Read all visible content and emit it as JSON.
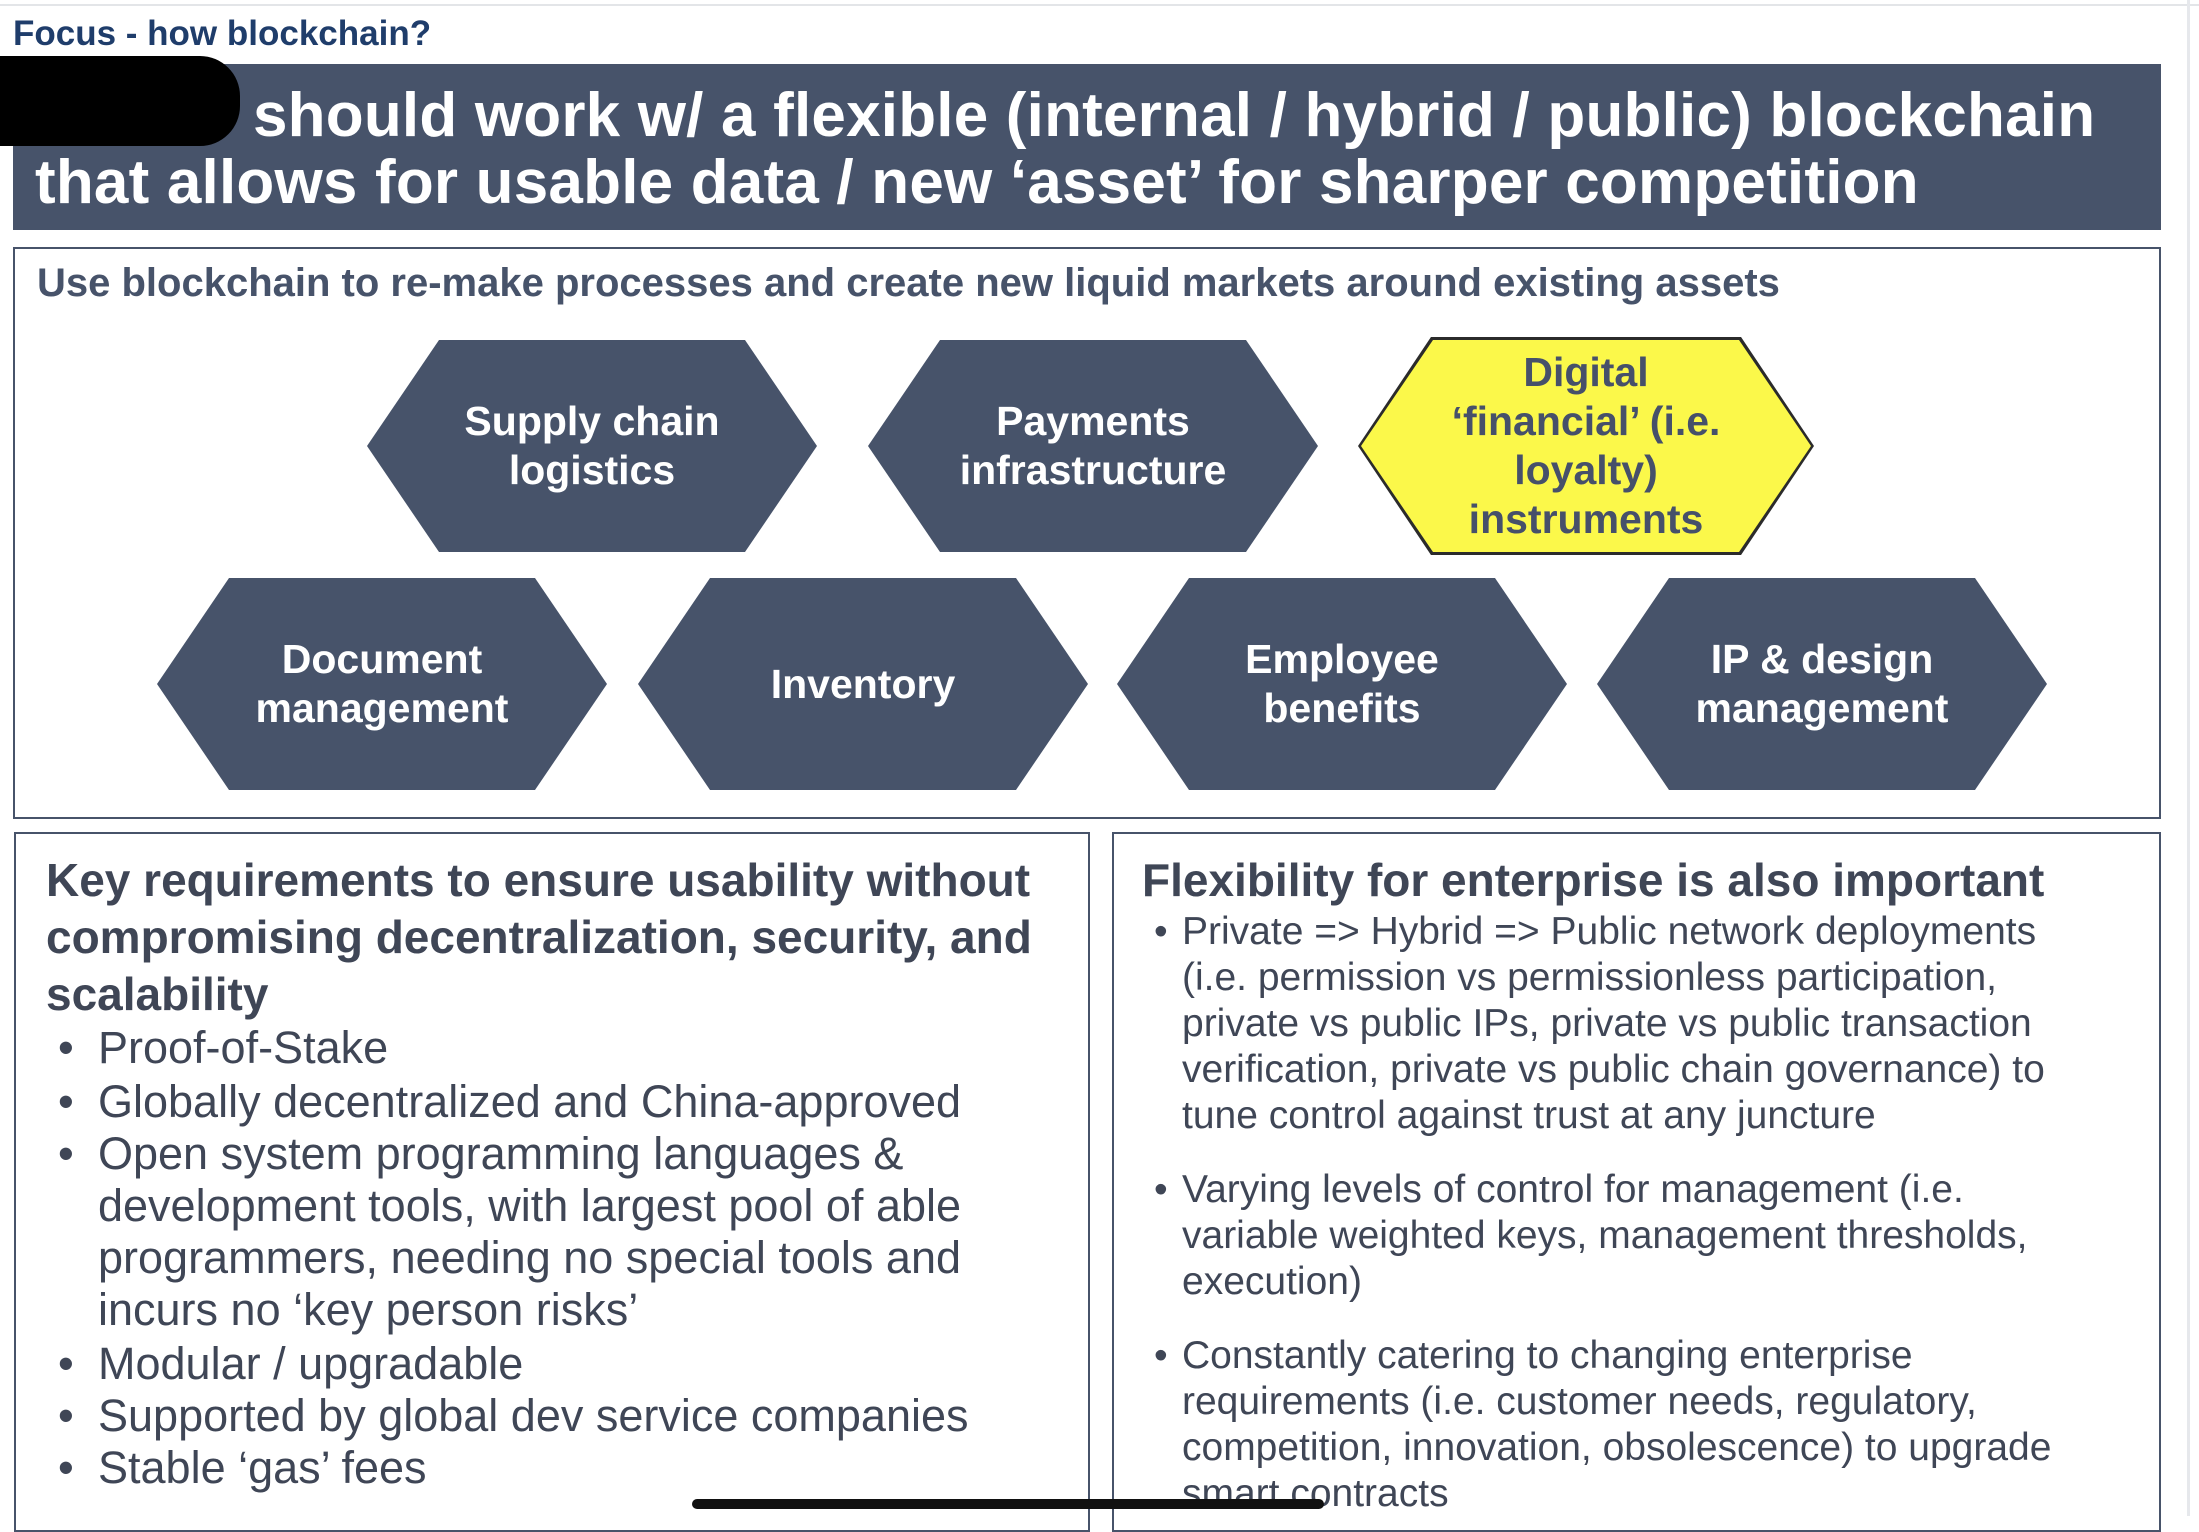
{
  "header": {
    "focus_label": "Focus - how blockchain?",
    "banner_line1": "should work w/ a flexible (internal / hybrid / public) blockchain",
    "banner_line2": "that allows for usable data / new ‘asset’ for sharper competition"
  },
  "use_cases": {
    "title": "Use blockchain to re-make processes and create new liquid markets around existing assets",
    "row1": [
      {
        "label": "Supply chain logistics",
        "highlight": false
      },
      {
        "label": "Payments infrastructure",
        "highlight": false
      },
      {
        "label": "Digital ‘financial’ (i.e. loyalty) instruments",
        "highlight": true
      }
    ],
    "row2": [
      {
        "label": "Document management",
        "highlight": false
      },
      {
        "label": "Inventory",
        "highlight": false
      },
      {
        "label": "Employee benefits",
        "highlight": false
      },
      {
        "label": "IP & design management",
        "highlight": false
      }
    ]
  },
  "requirements": {
    "title": "Key requirements to ensure usability without compromising decentralization, security, and scalability",
    "items": [
      [
        "Proof-of-Stake"
      ],
      [
        "Globally decentralized and China-approved"
      ],
      [
        "Open system programming languages &",
        "development tools, with largest pool of able",
        "programmers, needing no special tools and",
        "incurs no ‘key person risks’"
      ],
      [
        "Modular / upgradable"
      ],
      [
        "Supported by global dev service companies"
      ],
      [
        "Stable ‘gas’ fees"
      ]
    ]
  },
  "flexibility": {
    "title": "Flexibility for enterprise is also important",
    "items": [
      [
        "Private => Hybrid => Public network deployments",
        "(i.e. permission vs permissionless participation,",
        "private vs public IPs, private vs public transaction",
        "verification, private vs public chain governance) to",
        "tune control against trust at any juncture"
      ],
      [
        "Varying levels of control for management (i.e.",
        "variable weighted keys, management thresholds,",
        "execution)"
      ],
      [
        "Constantly catering to changing enterprise",
        "requirements (i.e. customer needs, regulatory,",
        "competition, innovation, obsolescence) to upgrade",
        "smart contracts"
      ]
    ]
  },
  "colors": {
    "banner": "#47536a",
    "highlight": "#fbf84a",
    "focus_label": "#1f3d6b"
  },
  "icons": {
    "bullet": "•"
  }
}
